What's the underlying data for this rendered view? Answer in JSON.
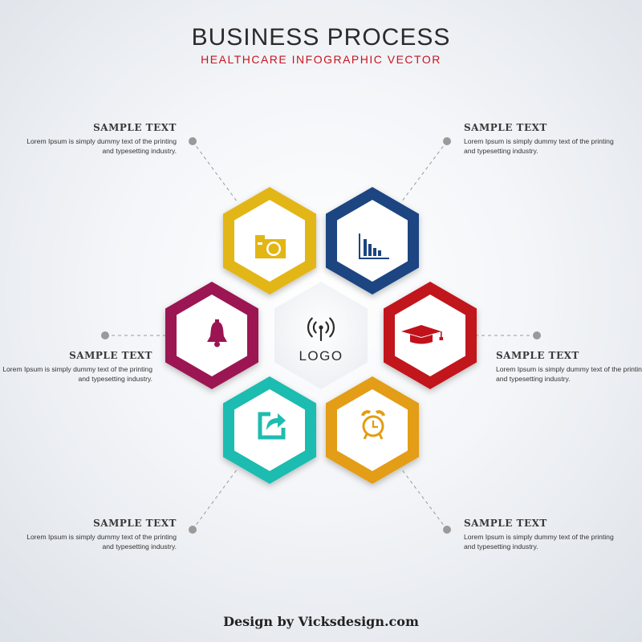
{
  "header": {
    "title": "BUSINESS PROCESS",
    "subtitle": "HEALTHCARE INFOGRAPHIC VECTOR"
  },
  "center": {
    "logo_label": "LOGO",
    "icon": "antenna-signal-icon"
  },
  "hexagons": [
    {
      "id": "top-left",
      "color": "#e2b614",
      "icon": "camera-icon",
      "icon_color": "#e2b614"
    },
    {
      "id": "top-right",
      "color": "#1c4581",
      "icon": "bar-chart-icon",
      "icon_color": "#1c4581"
    },
    {
      "id": "mid-left",
      "color": "#9b1453",
      "icon": "bell-icon",
      "icon_color": "#9b1453"
    },
    {
      "id": "mid-right",
      "color": "#c1121c",
      "icon": "graduation-cap-icon",
      "icon_color": "#c1121c"
    },
    {
      "id": "bot-left",
      "color": "#1fbcb0",
      "icon": "share-arrow-icon",
      "icon_color": "#1fbcb0"
    },
    {
      "id": "bot-right",
      "color": "#e39d12",
      "icon": "alarm-clock-icon",
      "icon_color": "#e39d12"
    }
  ],
  "callouts": {
    "top_left": {
      "heading": "SAMPLE TEXT",
      "body": "Lorem Ipsum is simply dummy text of the printing and typesetting industry."
    },
    "top_right": {
      "heading": "SAMPLE TEXT",
      "body": "Lorem Ipsum is simply dummy text of the printing and typesetting industry."
    },
    "mid_left": {
      "heading": "SAMPLE TEXT",
      "body": "Lorem Ipsum is simply dummy text of the printing and typesetting industry."
    },
    "mid_right": {
      "heading": "SAMPLE TEXT",
      "body": "Lorem Ipsum is simply dummy text of the printing and typesetting industry."
    },
    "bot_left": {
      "heading": "SAMPLE TEXT",
      "body": "Lorem Ipsum is simply dummy text of the printing and typesetting industry."
    },
    "bot_right": {
      "heading": "SAMPLE TEXT",
      "body": "Lorem Ipsum is simply dummy text of the printing and typesetting industry."
    }
  },
  "footer": {
    "credit": "Design by Vicksdesign.com"
  },
  "colors": {
    "connector": "#9a9a9a",
    "background": "#eef1f4",
    "title": "#2b2b2b",
    "subtitle": "#c8141f"
  }
}
